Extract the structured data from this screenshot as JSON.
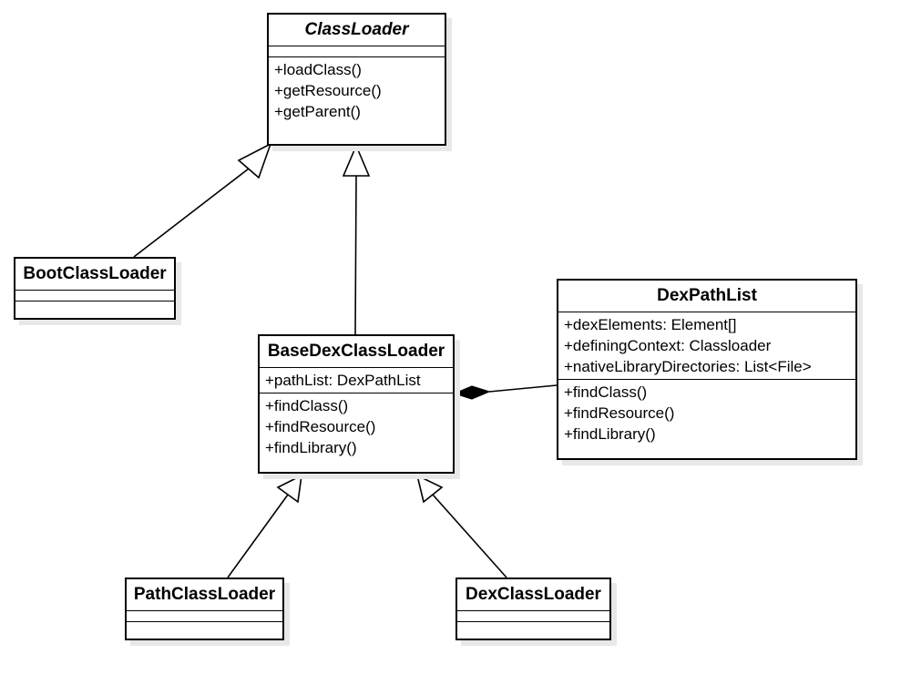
{
  "diagram": {
    "classes": {
      "classloader": {
        "name": "ClassLoader",
        "attributes": [],
        "operations": [
          "+loadClass()",
          "+getResource()",
          "+getParent()"
        ]
      },
      "bootclassloader": {
        "name": "BootClassLoader",
        "attributes": [],
        "operations": []
      },
      "basedexclassloader": {
        "name": "BaseDexClassLoader",
        "attributes": [
          "+pathList: DexPathList"
        ],
        "operations": [
          "+findClass()",
          "+findResource()",
          "+findLibrary()"
        ]
      },
      "dexpathlist": {
        "name": "DexPathList",
        "attributes": [
          "+dexElements: Element[]",
          "+definingContext: Classloader",
          "+nativeLibraryDirectories: List<File>"
        ],
        "operations": [
          "+findClass()",
          "+findResource()",
          "+findLibrary()"
        ]
      },
      "pathclassloader": {
        "name": "PathClassLoader",
        "attributes": [],
        "operations": []
      },
      "dexclassloader": {
        "name": "DexClassLoader",
        "attributes": [],
        "operations": []
      }
    },
    "relationships": [
      {
        "type": "generalization",
        "from": "BootClassLoader",
        "to": "ClassLoader"
      },
      {
        "type": "generalization",
        "from": "BaseDexClassLoader",
        "to": "ClassLoader"
      },
      {
        "type": "generalization",
        "from": "PathClassLoader",
        "to": "BaseDexClassLoader"
      },
      {
        "type": "generalization",
        "from": "DexClassLoader",
        "to": "BaseDexClassLoader"
      },
      {
        "type": "composition",
        "from": "DexPathList",
        "to": "BaseDexClassLoader"
      }
    ]
  }
}
